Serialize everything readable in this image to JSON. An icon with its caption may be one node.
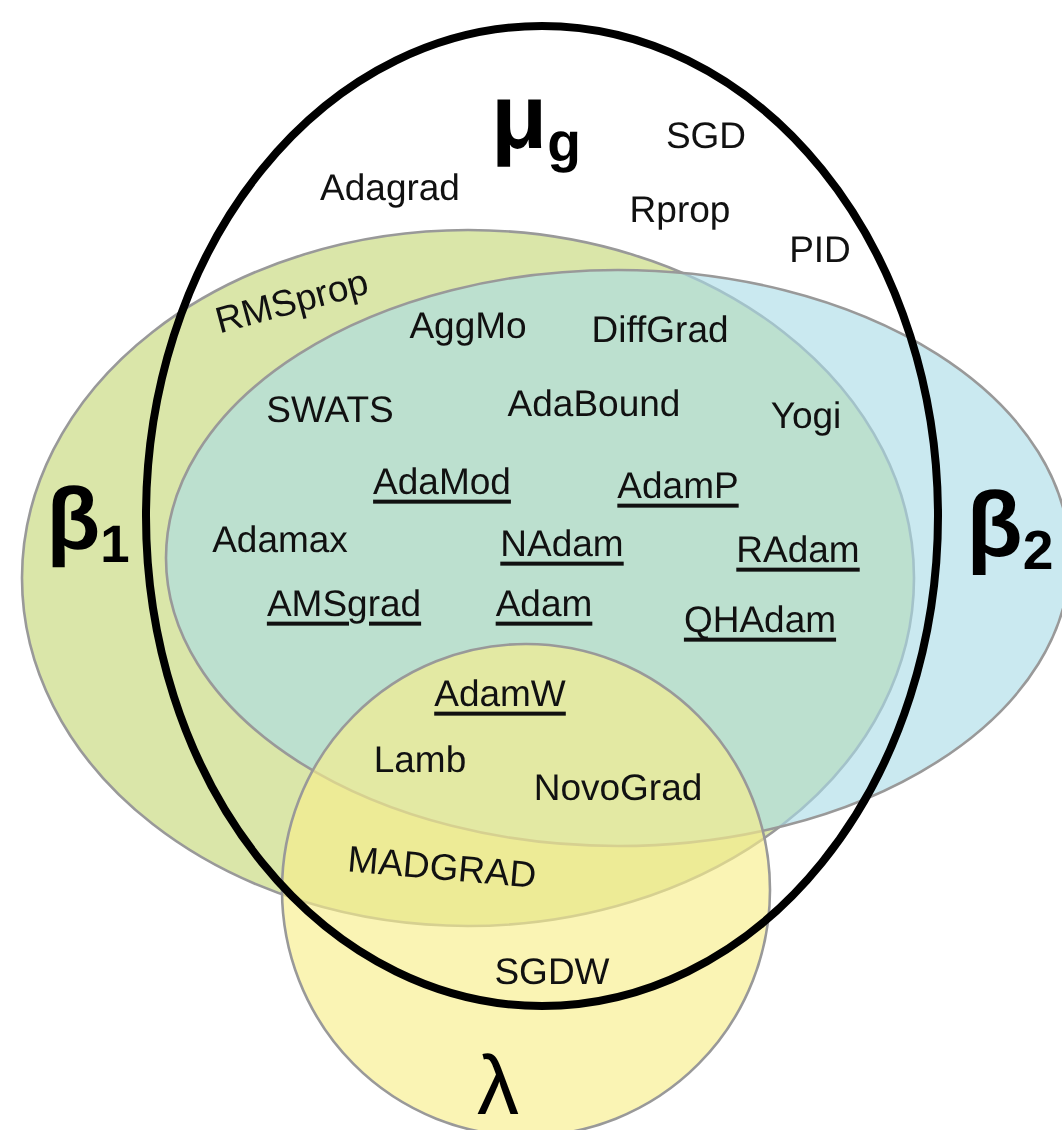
{
  "diagram": {
    "nodes": [
      {
        "text": [
          "μ$_{g}$"
        ]
      },
      {
        "text": [
          "β$_{1}$"
        ]
      },
      {
        "text": [
          "β$_{2}$"
        ]
      },
      {
        "text": [
          "λ"
        ]
      }
    ],
    "labels": [
      "SGD",
      "Adagrad",
      "Rprop",
      "PID",
      "RMSprop",
      "AggMo",
      "DiffGrad",
      "SWATS",
      "AdaBound",
      "Yogi",
      "AdaMod",
      "AdamP",
      "Adamax",
      "NAdam",
      "RAdam",
      "AMSgrad",
      "Adam",
      "QHAdam",
      "AdamW",
      "Lamb",
      "NovoGrad",
      "MADGRAD",
      "SGDW"
    ]
  }
}
